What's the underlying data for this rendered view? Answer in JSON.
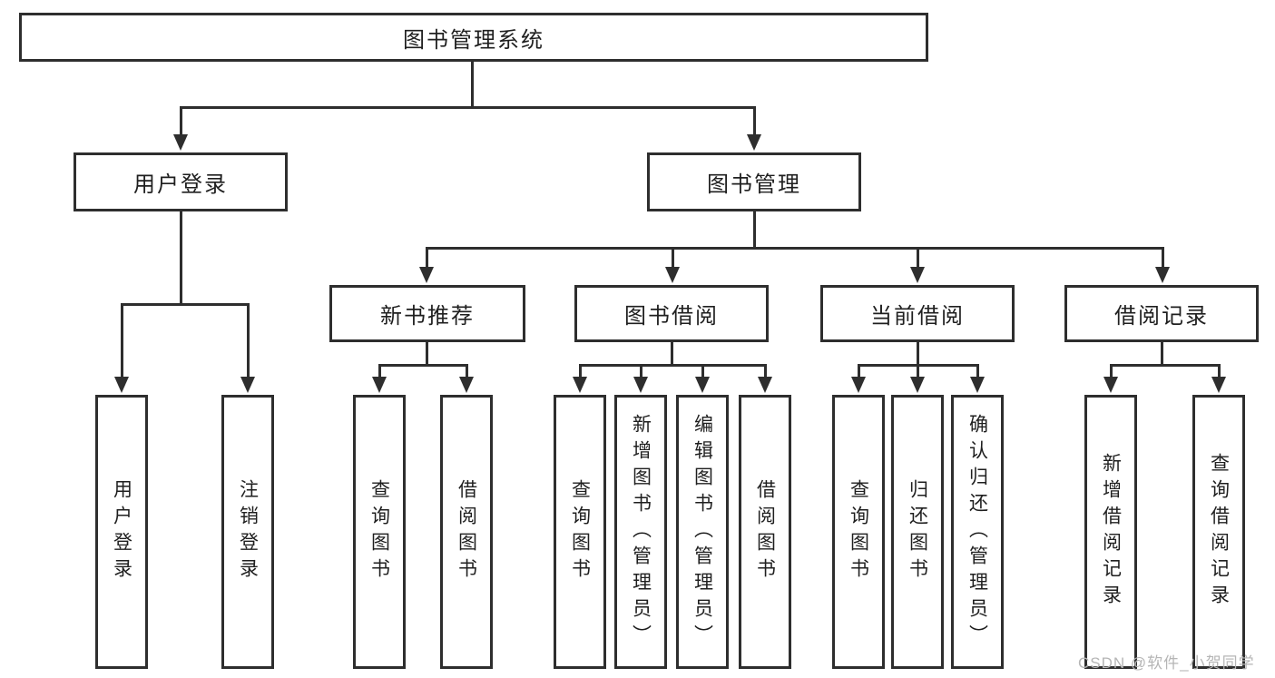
{
  "diagram": {
    "root": {
      "label": "图书管理系统"
    },
    "user_login": {
      "label": "用户登录",
      "children": [
        "用户登录",
        "注销登录"
      ]
    },
    "book_mgmt": {
      "label": "图书管理"
    },
    "new_book": {
      "label": "新书推荐",
      "children": [
        "查询图书",
        "借阅图书"
      ]
    },
    "book_borrow": {
      "label": "图书借阅",
      "children": [
        "查询图书",
        "新增图书（管理员）",
        "编辑图书（管理员）",
        "借阅图书"
      ]
    },
    "current_borrow": {
      "label": "当前借阅",
      "children": [
        "查询图书",
        "归还图书",
        "确认归还（管理员）"
      ]
    },
    "borrow_record": {
      "label": "借阅记录",
      "children": [
        "新增借阅记录",
        "查询借阅记录"
      ]
    }
  },
  "watermark": {
    "text": "CSDN @软件_小贺同学"
  },
  "colors": {
    "line": "#2e2e2e",
    "text": "#1f1f1f",
    "background": "#ffffff",
    "watermark": "#b5b5b5"
  }
}
